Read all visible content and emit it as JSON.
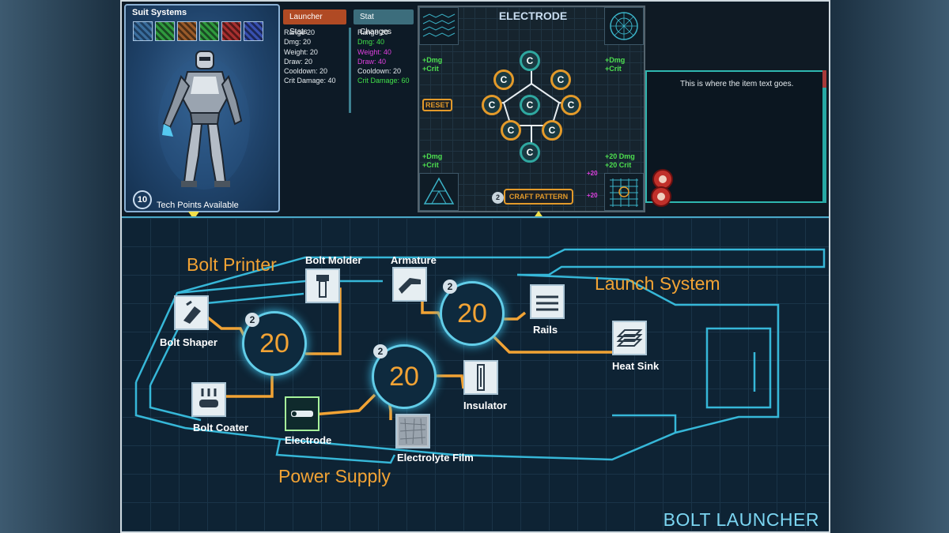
{
  "suit_systems": {
    "title": "Suit Systems",
    "tech_points": "10",
    "tech_points_label": "Tech Points Available"
  },
  "launcher_stats": {
    "header": "Launcher Stats",
    "lines": [
      "Range 20",
      "Dmg: 20",
      "Weight: 20",
      "Draw: 20",
      "Cooldown: 20",
      "Crit Damage: 40"
    ]
  },
  "stat_changes": {
    "header": "Stat Changes",
    "lines": [
      {
        "text": "Range 20",
        "color": "white"
      },
      {
        "text": "Dmg: 40",
        "color": "green"
      },
      {
        "text": "Weight: 40",
        "color": "magenta"
      },
      {
        "text": "Draw: 40",
        "color": "magenta"
      },
      {
        "text": "Cooldown: 20",
        "color": "white"
      },
      {
        "text": "Crit Damage: 60",
        "color": "green"
      }
    ]
  },
  "electrode": {
    "title": "ELECTRODE",
    "reset_label": "RESET",
    "craft_label": "CRAFT PATTERN",
    "craft_count": "2",
    "atom_label": "C",
    "mod_tl": [
      "+Dmg",
      "+Crit"
    ],
    "mod_tr": [
      "+Dmg",
      "+Crit"
    ],
    "mod_bl": [
      "+Dmg",
      "+Crit"
    ],
    "mod_br": [
      "+20 Dmg",
      "+20 Crit"
    ],
    "side_tag": "+20"
  },
  "item_text": "This is where the item text goes.",
  "board": {
    "groups": {
      "bolt_printer": "Bolt Printer",
      "launch_system": "Launch System",
      "power_supply": "Power Supply"
    },
    "nodes": {
      "bolt_molder": "Bolt Molder",
      "armature": "Armature",
      "bolt_shaper": "Bolt Shaper",
      "rails": "Rails",
      "heat_sink": "Heat Sink",
      "bolt_coater": "Bolt Coater",
      "electrode": "Electrode",
      "insulator": "Insulator",
      "electrolyte_film": "Electrolyte Film"
    },
    "hubs": {
      "printer": {
        "value": "20",
        "count": "2"
      },
      "launch": {
        "value": "20",
        "count": "2"
      },
      "power": {
        "value": "20",
        "count": "2"
      }
    },
    "title": "BOLT LAUNCHER"
  },
  "colors": {
    "accent_orange": "#f2a334",
    "circuit_cyan": "#62cde8",
    "stat_green": "#41e04a",
    "stat_magenta": "#e040e0"
  }
}
